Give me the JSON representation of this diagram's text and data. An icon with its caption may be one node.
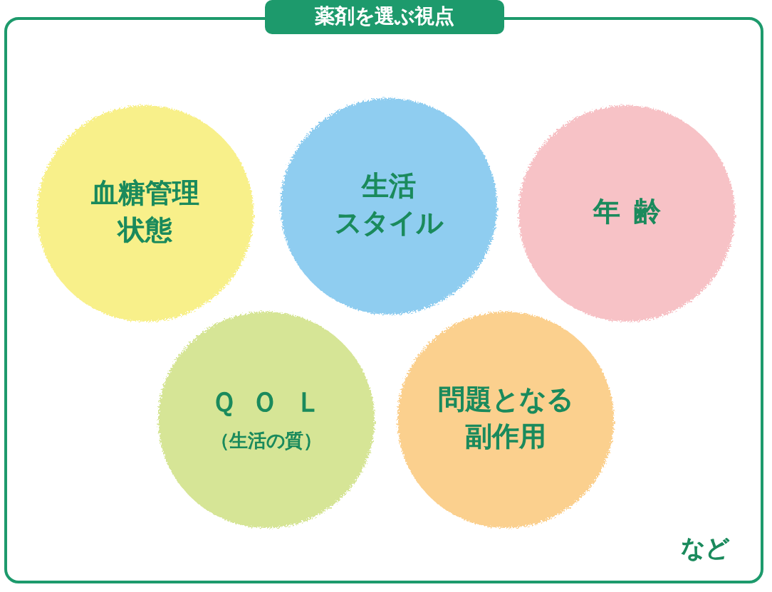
{
  "diagram": {
    "nodes": [
      {
        "text": [
          "薬剤を選ぶ視点"
        ]
      },
      {
        "text": [
          "血糖管理状態"
        ],
        "in": 0
      },
      {
        "text": [
          "生活スタイル"
        ],
        "in": 0
      },
      {
        "text": [
          "年齢"
        ],
        "in": 0
      },
      {
        "text": [
          "ＱＯＬ",
          "（生活の質）"
        ],
        "in": 0
      },
      {
        "text": [
          "問題となる副作用"
        ],
        "in": 0
      }
    ],
    "labels": [
      "など"
    ]
  }
}
